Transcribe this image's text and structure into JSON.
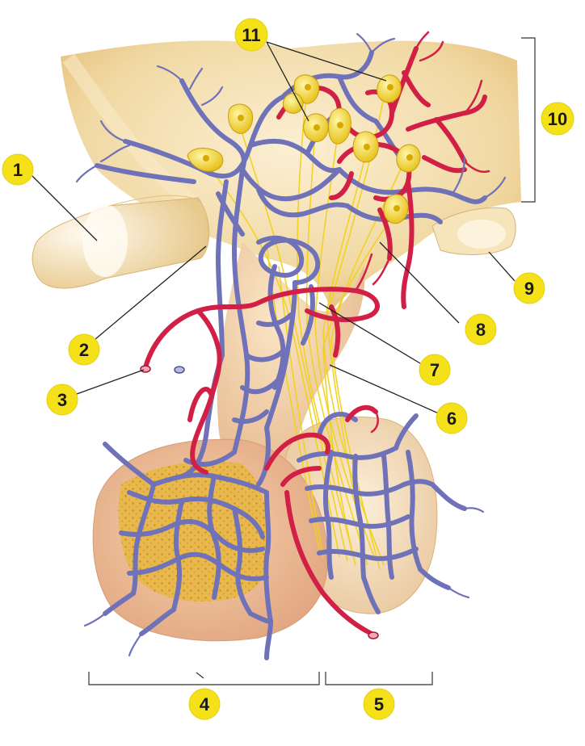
{
  "labels": {
    "n1": "1",
    "n2": "2",
    "n3": "3",
    "n4": "4",
    "n5": "5",
    "n6": "6",
    "n7": "7",
    "n8": "8",
    "n9": "9",
    "n10": "10",
    "n11": "11"
  },
  "colors": {
    "badge": "#f5e11a",
    "vein": "#6f72b8",
    "artery": "#d11f45",
    "neuron": "#f1d21c",
    "brain_tissue": "#f3dfae",
    "anterior_lobe": "#e9b98a",
    "posterior_lobe": "#f2d8ae"
  }
}
